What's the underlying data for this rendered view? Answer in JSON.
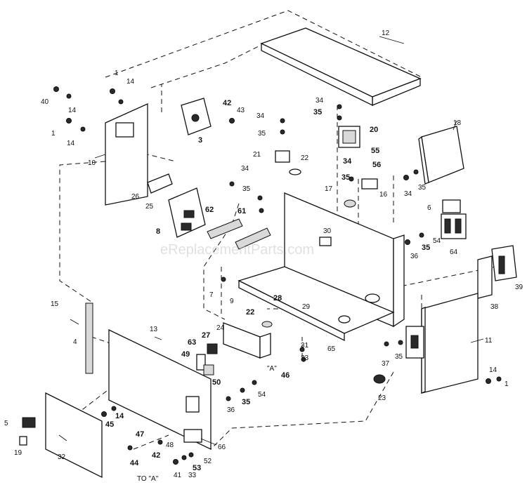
{
  "watermark": "eReplacementParts.com",
  "labels": [
    {
      "id": "l12",
      "text": "12",
      "bold": false
    },
    {
      "id": "l1a",
      "text": "1",
      "bold": false
    },
    {
      "id": "l14a",
      "text": "14",
      "bold": false
    },
    {
      "id": "l40",
      "text": "40",
      "bold": false
    },
    {
      "id": "l14b",
      "text": "14",
      "bold": false
    },
    {
      "id": "l1b",
      "text": "1",
      "bold": false
    },
    {
      "id": "l14c",
      "text": "14",
      "bold": false
    },
    {
      "id": "l42a",
      "text": "42",
      "bold": true
    },
    {
      "id": "l43",
      "text": "43",
      "bold": false
    },
    {
      "id": "l3",
      "text": "3",
      "bold": true
    },
    {
      "id": "l34a",
      "text": "34",
      "bold": false
    },
    {
      "id": "l35a",
      "text": "35",
      "bold": true
    },
    {
      "id": "l34b",
      "text": "34",
      "bold": false
    },
    {
      "id": "l20",
      "text": "20",
      "bold": true
    },
    {
      "id": "l35b",
      "text": "35",
      "bold": false
    },
    {
      "id": "l18",
      "text": "18",
      "bold": false
    },
    {
      "id": "l10",
      "text": "10",
      "bold": false
    },
    {
      "id": "l21",
      "text": "21",
      "bold": false
    },
    {
      "id": "l22a",
      "text": "22",
      "bold": false
    },
    {
      "id": "l55",
      "text": "55",
      "bold": true
    },
    {
      "id": "l34c",
      "text": "34",
      "bold": true
    },
    {
      "id": "l56",
      "text": "56",
      "bold": true
    },
    {
      "id": "l35c",
      "text": "35",
      "bold": true
    },
    {
      "id": "l34d",
      "text": "34",
      "bold": false
    },
    {
      "id": "l35d",
      "text": "35",
      "bold": false
    },
    {
      "id": "l26a",
      "text": "26",
      "bold": false
    },
    {
      "id": "l34e",
      "text": "34",
      "bold": false
    },
    {
      "id": "l35e",
      "text": "35",
      "bold": false
    },
    {
      "id": "l17",
      "text": "17",
      "bold": false
    },
    {
      "id": "l16",
      "text": "16",
      "bold": false
    },
    {
      "id": "l25",
      "text": "25",
      "bold": false
    },
    {
      "id": "l62",
      "text": "62",
      "bold": true
    },
    {
      "id": "l61",
      "text": "61",
      "bold": true
    },
    {
      "id": "l6",
      "text": "6",
      "bold": false
    },
    {
      "id": "l8",
      "text": "8",
      "bold": true
    },
    {
      "id": "l30",
      "text": "30",
      "bold": false
    },
    {
      "id": "l36a",
      "text": "36",
      "bold": false
    },
    {
      "id": "l35f",
      "text": "35",
      "bold": true
    },
    {
      "id": "l54a",
      "text": "54",
      "bold": false
    },
    {
      "id": "l64",
      "text": "64",
      "bold": false
    },
    {
      "id": "l7",
      "text": "7",
      "bold": false
    },
    {
      "id": "l9",
      "text": "9",
      "bold": false
    },
    {
      "id": "l39",
      "text": "39",
      "bold": false
    },
    {
      "id": "l15",
      "text": "15",
      "bold": false
    },
    {
      "id": "l28",
      "text": "28",
      "bold": true
    },
    {
      "id": "l29",
      "text": "29",
      "bold": false
    },
    {
      "id": "l38",
      "text": "38",
      "bold": false
    },
    {
      "id": "l22b",
      "text": "22",
      "bold": true
    },
    {
      "id": "l13",
      "text": "13",
      "bold": false
    },
    {
      "id": "l24",
      "text": "24",
      "bold": false
    },
    {
      "id": "l27",
      "text": "27",
      "bold": true
    },
    {
      "id": "l11",
      "text": "11",
      "bold": false
    },
    {
      "id": "l4",
      "text": "4",
      "bold": false
    },
    {
      "id": "l63",
      "text": "63",
      "bold": true
    },
    {
      "id": "l65",
      "text": "65",
      "bold": false
    },
    {
      "id": "l31",
      "text": "31",
      "bold": false
    },
    {
      "id": "l49",
      "text": "49",
      "bold": true
    },
    {
      "id": "l33a",
      "text": "33",
      "bold": false
    },
    {
      "id": "l37",
      "text": "37",
      "bold": false
    },
    {
      "id": "l35g",
      "text": "35",
      "bold": false
    },
    {
      "id": "l50",
      "text": "50",
      "bold": true
    },
    {
      "id": "lA1",
      "text": "\"A\"",
      "bold": false
    },
    {
      "id": "l46",
      "text": "46",
      "bold": true
    },
    {
      "id": "l14d",
      "text": "14",
      "bold": false
    },
    {
      "id": "l1c",
      "text": "1",
      "bold": false
    },
    {
      "id": "l54b",
      "text": "54",
      "bold": false
    },
    {
      "id": "l23",
      "text": "23",
      "bold": false
    },
    {
      "id": "l36b",
      "text": "36",
      "bold": false
    },
    {
      "id": "l35h",
      "text": "35",
      "bold": true
    },
    {
      "id": "l5",
      "text": "5",
      "bold": false
    },
    {
      "id": "l45",
      "text": "45",
      "bold": true
    },
    {
      "id": "l14e",
      "text": "14",
      "bold": true
    },
    {
      "id": "l19",
      "text": "19",
      "bold": false
    },
    {
      "id": "l32",
      "text": "32",
      "bold": false
    },
    {
      "id": "l47",
      "text": "47",
      "bold": true
    },
    {
      "id": "l48",
      "text": "48",
      "bold": false
    },
    {
      "id": "l66",
      "text": "66",
      "bold": false
    },
    {
      "id": "l44",
      "text": "44",
      "bold": true
    },
    {
      "id": "l42b",
      "text": "42",
      "bold": true
    },
    {
      "id": "l52",
      "text": "52",
      "bold": false
    },
    {
      "id": "l53",
      "text": "53",
      "bold": true
    },
    {
      "id": "lTOA",
      "text": "TO \"A\"",
      "bold": false
    },
    {
      "id": "l41",
      "text": "41",
      "bold": false
    },
    {
      "id": "l33b",
      "text": "33",
      "bold": false
    }
  ]
}
